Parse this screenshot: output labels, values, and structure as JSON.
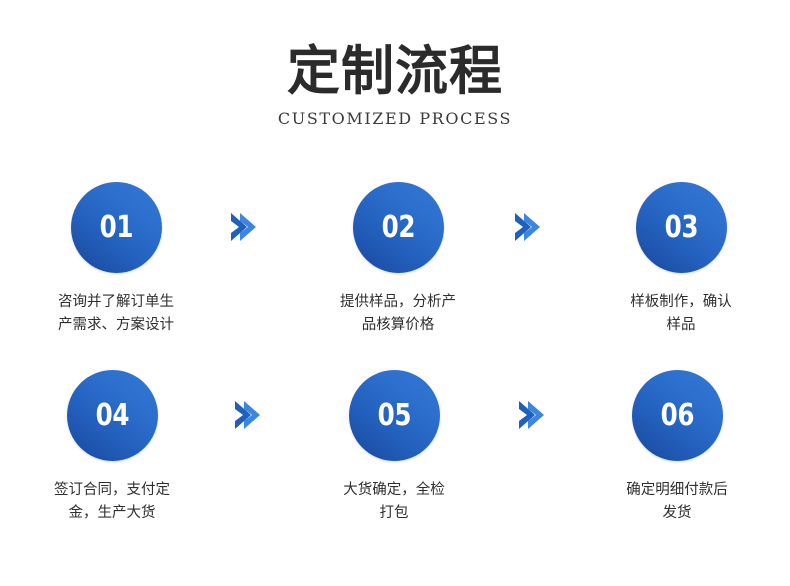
{
  "header": {
    "title": "定制流程",
    "subtitle": "CUSTOMIZED PROCESS"
  },
  "colors": {
    "circle_light": "#3277d4",
    "circle_dark": "#19479b",
    "chevron_dark": "#1f5fbe",
    "chevron_light": "#3d86dd",
    "title_text": "#2b2b2b",
    "caption_text": "#2f2f2f",
    "background": "#ffffff"
  },
  "rows": [
    {
      "steps": [
        {
          "number": "01",
          "caption": "咨询并了解订单生\n产需求、方案设计"
        },
        {
          "number": "02",
          "caption": "提供样品，分析产\n品核算价格"
        },
        {
          "number": "03",
          "caption": "样板制作，确认\n样品"
        }
      ],
      "separators": [
        "double-chevron-right-icon",
        "double-chevron-right-icon"
      ]
    },
    {
      "steps": [
        {
          "number": "04",
          "caption": "签订合同，支付定\n金，生产大货"
        },
        {
          "number": "05",
          "caption": "大货确定，全检\n打包"
        },
        {
          "number": "06",
          "caption": "确定明细付款后\n发货"
        }
      ],
      "separators": [
        "double-chevron-right-icon",
        "double-chevron-right-icon"
      ]
    }
  ]
}
